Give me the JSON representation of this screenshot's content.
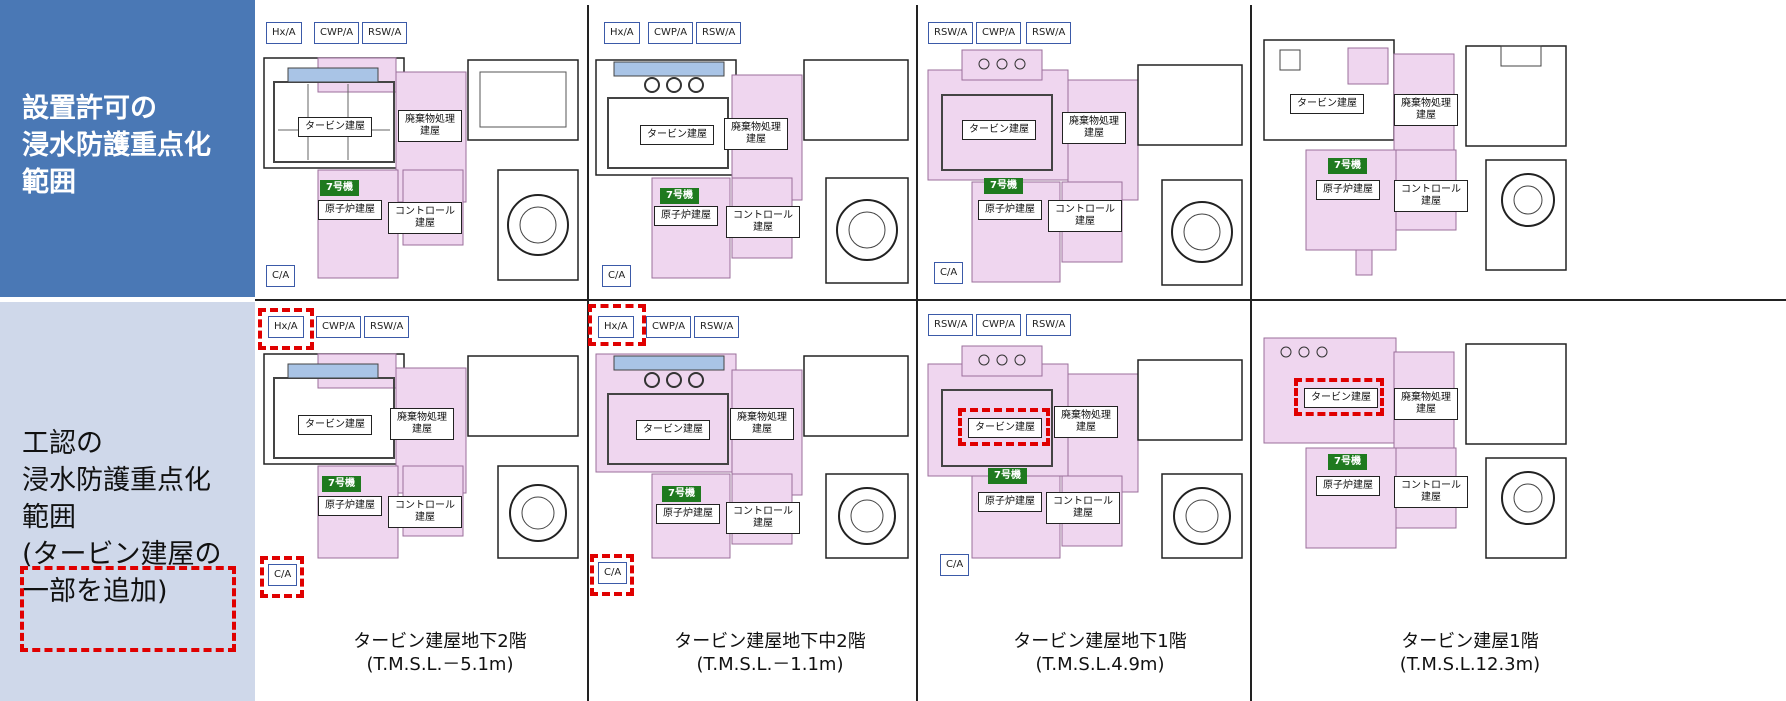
{
  "rows": [
    {
      "lines": [
        "設置許可の",
        "浸水防護重点化",
        "範囲"
      ]
    },
    {
      "lines": [
        "工認の",
        "浸水防護重点化",
        "範囲",
        "(タービン建屋の",
        "一部を追加)"
      ]
    }
  ],
  "floors": [
    {
      "name": "タービン建屋地下2階",
      "level": "(T.M.S.L.－5.1m)"
    },
    {
      "name": "タービン建屋地下中2階",
      "level": "(T.M.S.L.－1.1m)"
    },
    {
      "name": "タービン建屋地下1階",
      "level": "(T.M.S.L.4.9m)"
    },
    {
      "name": "タービン建屋1階",
      "level": "(T.M.S.L.12.3m)"
    }
  ],
  "labels": {
    "hx": "Hx/A",
    "cwp": "CWP/A",
    "rsw": "RSW/A",
    "ca": "C/A",
    "turbine": "タービン建屋",
    "waste": "廃棄物処理\n建屋",
    "unit7": "7号機",
    "reactor": "原子炉建屋",
    "control": "コントロール\n建屋"
  },
  "colors": {
    "protected_fill": "#efd6ef",
    "protected_stroke": "#9b6f9b",
    "header_blue": "#4a78b5",
    "header_light": "#cfd8ea",
    "highlight_red": "#e00000",
    "unit_green": "#1f7a1f"
  }
}
